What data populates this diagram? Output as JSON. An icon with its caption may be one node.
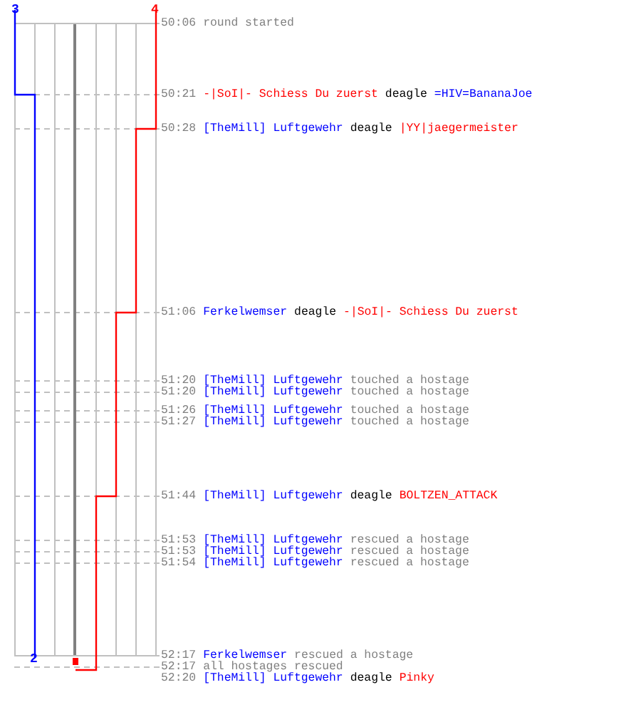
{
  "diagram": {
    "labels": [
      "3",
      "4",
      "50:06",
      "round started",
      "50:21",
      "-|SoI|- Schiess Du zuerst",
      "deagle",
      "=HIV=BananaJoe",
      "50:28",
      "[TheMill] Luftgewehr",
      "deagle",
      "|YY|jaegermeister",
      "51:06",
      "Ferkelwemser",
      "deagle",
      "-|SoI|- Schiess Du zuerst",
      "51:20",
      "[TheMill] Luftgewehr",
      "touched a hostage",
      "51:20",
      "[TheMill] Luftgewehr",
      "touched a hostage",
      "51:26",
      "[TheMill] Luftgewehr",
      "touched a hostage",
      "51:27",
      "[TheMill] Luftgewehr",
      "touched a hostage",
      "51:44",
      "[TheMill] Luftgewehr",
      "deagle",
      "BOLTZEN_ATTACK",
      "51:53",
      "[TheMill] Luftgewehr",
      "rescued a hostage",
      "51:53",
      "[TheMill] Luftgewehr",
      "rescued a hostage",
      "51:54",
      "[TheMill] Luftgewehr",
      "rescued a hostage",
      "2",
      "52:17",
      "Ferkelwemser",
      "rescued a hostage",
      "52:17",
      "all hostages rescued",
      "52:20",
      "[TheMill] Luftgewehr",
      "deagle",
      "Pinky"
    ]
  }
}
